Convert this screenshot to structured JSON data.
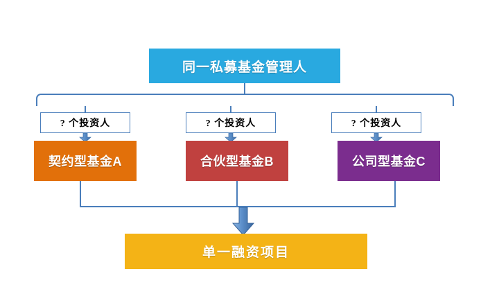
{
  "diagram": {
    "title_box": {
      "label": "同一私募基金管理人",
      "color": "#29a9e0",
      "text_color": "#ffffff"
    },
    "investor_boxes": [
      {
        "label": "? 个投资人",
        "border_color": "#4a7ebb",
        "fill": "#ffffff"
      },
      {
        "label": "? 个投资人",
        "border_color": "#4a7ebb",
        "fill": "#ffffff"
      },
      {
        "label": "? 个投资人",
        "border_color": "#4a7ebb",
        "fill": "#ffffff"
      }
    ],
    "fund_boxes": [
      {
        "label": "契约型基金A",
        "color": "#e2700a"
      },
      {
        "label": "合伙型基金B",
        "color": "#c0413f"
      },
      {
        "label": "公司型基金C",
        "color": "#7b2d8e"
      }
    ],
    "project_box": {
      "label": "单一融资项目",
      "color": "#f4b316",
      "text_color": "#ffffff"
    },
    "connector_color": "#4a7ebb",
    "arrow_color": "#4a7ebb"
  }
}
